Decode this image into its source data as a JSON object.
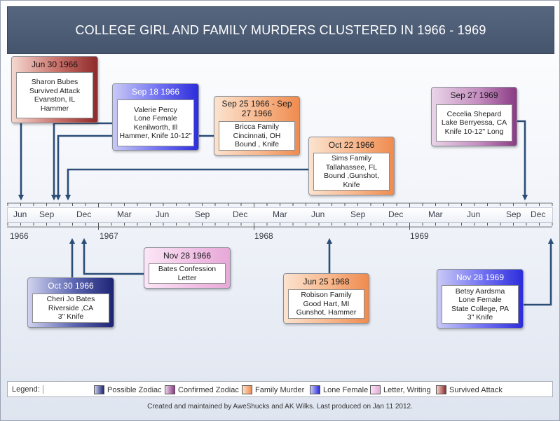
{
  "title": "COLLEGE GIRL AND FAMILY MURDERS CLUSTERED IN 1966 - 1969",
  "axis": {
    "month_ticks": [
      "Jun",
      "Sep",
      "Dec",
      "Mar",
      "Jun",
      "Sep",
      "Dec",
      "Mar",
      "Jun",
      "Sep",
      "Dec",
      "Mar",
      "Jun",
      "Sep",
      "Dec"
    ],
    "years": [
      "1966",
      "1967",
      "1968",
      "1969"
    ]
  },
  "events": [
    {
      "id": "bubes",
      "date": "Jun 30 1966",
      "lines": [
        "Sharon Bubes",
        "Survived Attack",
        "Evanston, IL",
        "Hammer"
      ],
      "category": "survived"
    },
    {
      "id": "percy",
      "date": "Sep 18 1966",
      "lines": [
        "Valerie Percy",
        "Lone Female",
        "Kenilworth, Ill",
        "Hammer, Knife 10-12\""
      ],
      "category": "lone"
    },
    {
      "id": "bricca",
      "date": "Sep 25 1966 - Sep 27 1966",
      "lines": [
        "Bricca Family",
        "Cincinnati, OH",
        "Bound , Knife"
      ],
      "category": "family"
    },
    {
      "id": "sims",
      "date": "Oct 22 1966",
      "lines": [
        "Sims Family",
        "Tallahassee, FL",
        "Bound ,Gunshot, Knife"
      ],
      "category": "family"
    },
    {
      "id": "shepard",
      "date": "Sep 27 1969",
      "lines": [
        "Cecelia Shepard",
        "Lake Berryessa, CA",
        "Knife 10-12\" Long"
      ],
      "category": "confirmed"
    },
    {
      "id": "bates",
      "date": "Oct 30 1966",
      "lines": [
        "Cheri Jo Bates",
        "Riverside ,CA",
        "3\" Knife"
      ],
      "category": "possible"
    },
    {
      "id": "letter",
      "date": "Nov 28 1966",
      "lines": [
        "Bates Confession Letter"
      ],
      "category": "letter"
    },
    {
      "id": "robison",
      "date": "Jun 25 1968",
      "lines": [
        "Robison Family",
        "Good Hart, MI",
        "Gunshot, Hammer"
      ],
      "category": "family"
    },
    {
      "id": "aardsma",
      "date": "Nov 28 1969",
      "lines": [
        "Betsy Aardsma",
        "Lone Female",
        "State College, PA",
        "3\" Knife"
      ],
      "category": "lone"
    }
  ],
  "legend": {
    "label": "Legend:",
    "items": [
      {
        "label": "Possible Zodiac",
        "color": "#1e2474"
      },
      {
        "label": "Confirmed Zodiac",
        "color": "#8a3b84"
      },
      {
        "label": "Family Murder",
        "color": "#ef8b4f"
      },
      {
        "label": "Lone Female",
        "color": "#2d2ddc"
      },
      {
        "label": "Letter, Writing",
        "color": "#e7a8d8"
      },
      {
        "label": "Survived Attack",
        "color": "#8e2a2a"
      }
    ]
  },
  "footer": "Created and maintained by AweShucks and AK Wilks. Last produced on Jan 11 2012."
}
